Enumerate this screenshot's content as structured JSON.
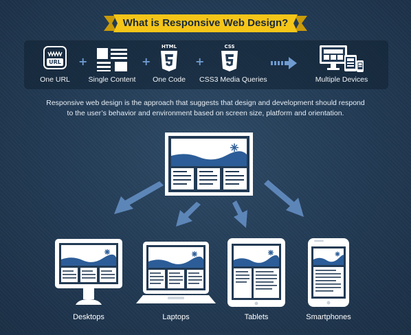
{
  "title": "What  is Responsive Web Design?",
  "equation": {
    "items": [
      {
        "label": "One URL",
        "icon": "url-icon",
        "badge": "URL",
        "badge_top": "WWW"
      },
      {
        "label": "Single Content",
        "icon": "content-icon"
      },
      {
        "label": "One Code",
        "icon": "html5-icon",
        "badge": "HTML"
      },
      {
        "label": "CSS3 Media Queries",
        "icon": "css3-icon",
        "badge": "CSS"
      },
      {
        "label": "Multiple Devices",
        "icon": "multiple-devices-icon"
      }
    ],
    "plus": "+"
  },
  "description": {
    "line1": "Responsive web design is the approach that suggests that design and development should respond",
    "line2": "to the user’s behavior and environment based on screen size, platform and orientation."
  },
  "devices": [
    {
      "label": "Desktops",
      "icon": "desktop-icon"
    },
    {
      "label": "Laptops",
      "icon": "laptop-icon"
    },
    {
      "label": "Tablets",
      "icon": "tablet-icon"
    },
    {
      "label": "Smartphones",
      "icon": "smartphone-icon"
    }
  ],
  "colors": {
    "background": "#223a54",
    "ribbon": "#f5c518",
    "accent_blue": "#2c5d98",
    "plus_blue": "#6f9bd1",
    "arrow_blue": "#5d86b8",
    "white": "#ffffff"
  }
}
